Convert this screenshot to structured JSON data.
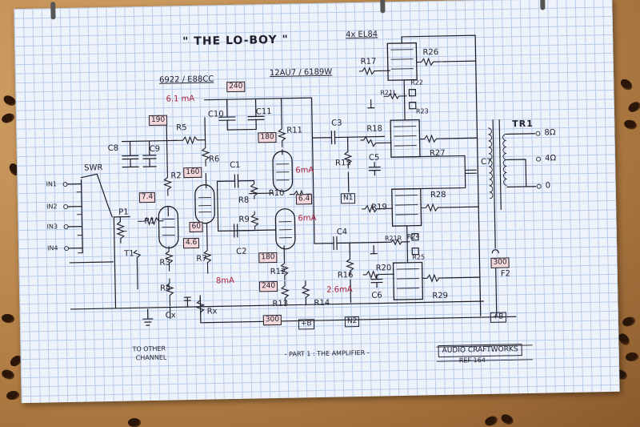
{
  "title": "\" THE LO-BOY \"",
  "tubes": {
    "input": "6922 / E88CC",
    "driver": "12AU7 / 6189W",
    "output": "4x EL84"
  },
  "components": [
    "R1",
    "R2",
    "R3",
    "R4",
    "R5",
    "R6",
    "R7",
    "R8",
    "R9",
    "R10",
    "R11",
    "R12",
    "R13",
    "R14",
    "R15",
    "R16",
    "R17",
    "R18",
    "R19",
    "R20",
    "R21L",
    "R21R",
    "R22",
    "R23",
    "R24",
    "R25",
    "R26",
    "R27",
    "R28",
    "R29",
    "C1",
    "C2",
    "C3",
    "C4",
    "C5",
    "C6",
    "C7",
    "C8",
    "C9",
    "C10",
    "C11",
    "Cx",
    "Rx",
    "T1",
    "P1",
    "F2",
    "TR1",
    "SWR"
  ],
  "inputs": [
    "IN1",
    "IN2",
    "IN3",
    "IN4"
  ],
  "voltages": [
    "190",
    "240",
    "160",
    "180",
    "7.4",
    "4.6",
    "60",
    "180",
    "240",
    "300",
    "300"
  ],
  "currents": [
    "6.1 mA",
    "8mA",
    "6mA",
    "6.4",
    "6mA",
    "2.6mA"
  ],
  "nodes": [
    "N1",
    "N2",
    "+B",
    "+B"
  ],
  "outputs": [
    "8Ω",
    "4Ω",
    "0"
  ],
  "other_channel": [
    "TO OTHER",
    "CHANNEL"
  ],
  "footer": "- PART 1 : THE AMPLIFIER -",
  "brand": "AUDIO CRAFTWORKS",
  "ref": "REF 164"
}
